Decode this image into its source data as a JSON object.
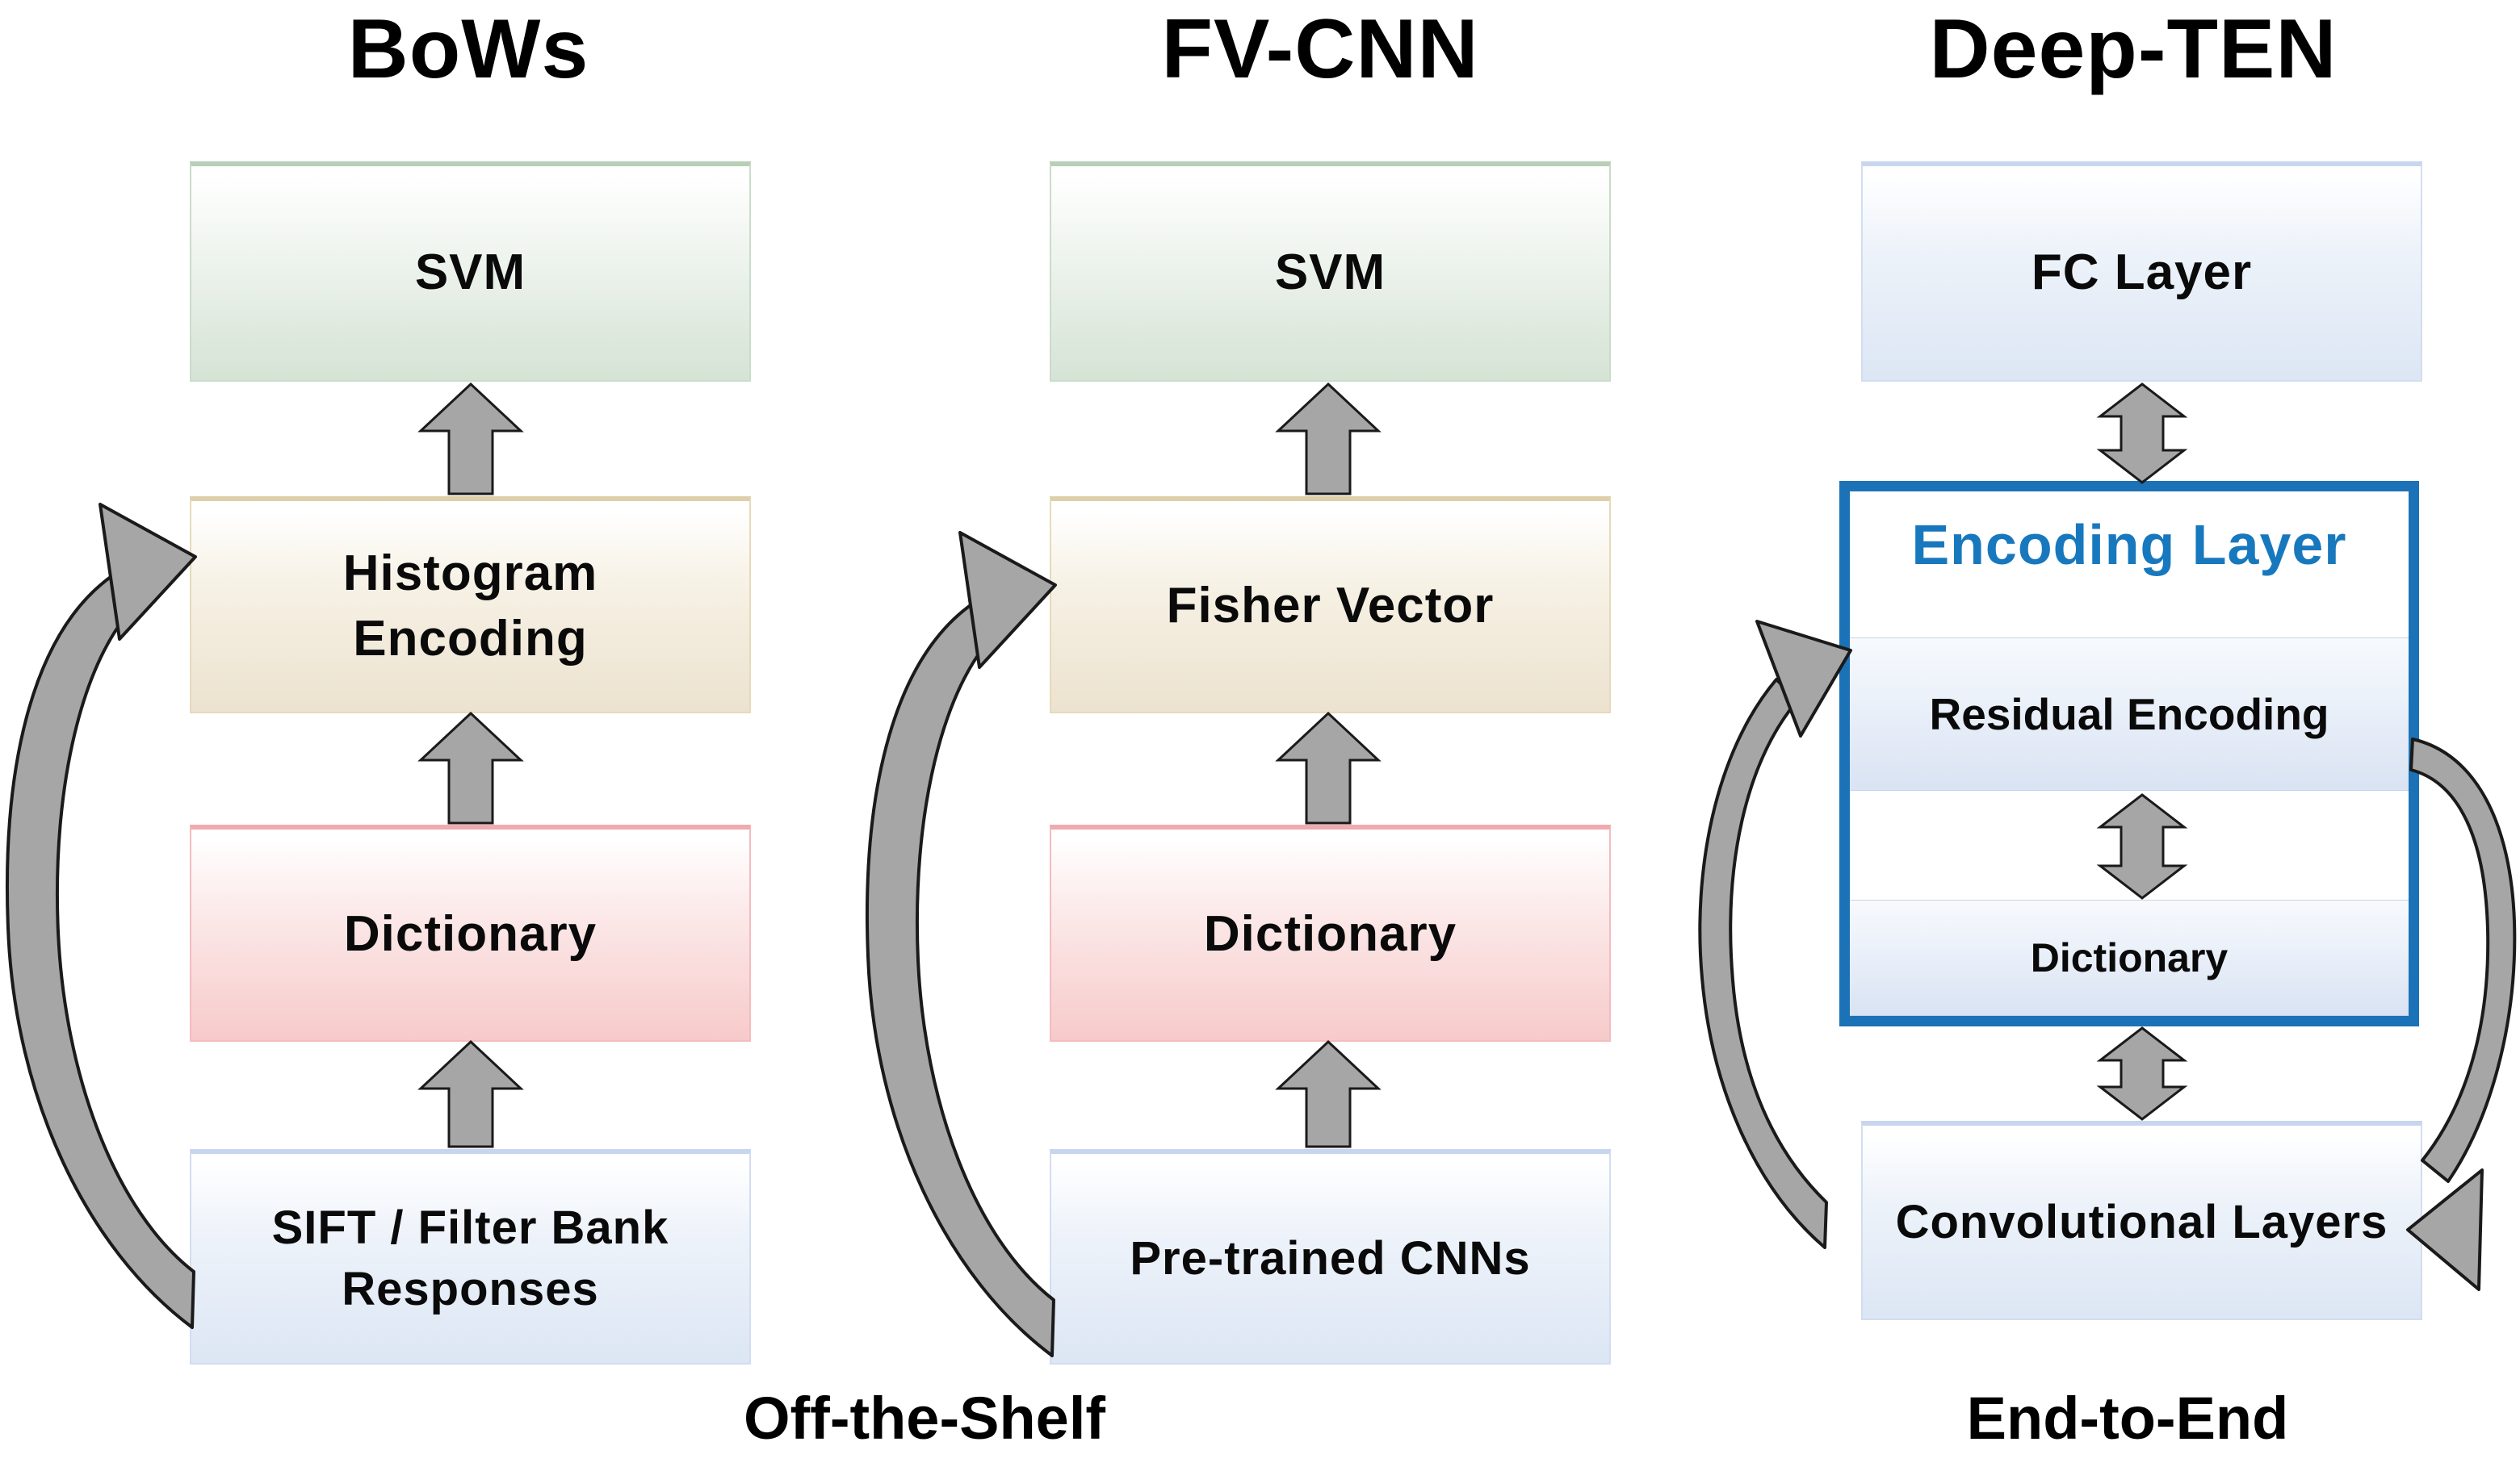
{
  "cols": [
    {
      "title": "BoWs",
      "boxes": [
        {
          "label": "SVM"
        },
        {
          "label": "Histogram\nEncoding"
        },
        {
          "label": "Dictionary"
        },
        {
          "label": "SIFT / Filter Bank\nResponses"
        }
      ]
    },
    {
      "title": "FV-CNN",
      "boxes": [
        {
          "label": "SVM"
        },
        {
          "label": "Fisher Vector"
        },
        {
          "label": "Dictionary"
        },
        {
          "label": "Pre-trained CNNs"
        }
      ]
    },
    {
      "title": "Deep-TEN",
      "fc_label": "FC Layer",
      "encoding": {
        "title": "Encoding Layer",
        "residual_label": "Residual Encoding",
        "dictionary_label": "Dictionary"
      },
      "conv_label": "Convolutional Layers"
    }
  ],
  "footers": {
    "left": "Off-the-Shelf",
    "right": "End-to-End"
  },
  "colors": {
    "green_box": "#d5e3d5",
    "green_border": "#b7ceb7",
    "tan_box": "#ece2cf",
    "tan_border": "#ddcfa9",
    "pink_box": "#f7caca",
    "pink_border": "#efabae",
    "blue_box": "#dce6f4",
    "blue_border": "#c7d6ee",
    "encoding_border": "#1c72b7",
    "encoding_title": "#1878be",
    "arrow_gray": "#a6a6a6"
  }
}
